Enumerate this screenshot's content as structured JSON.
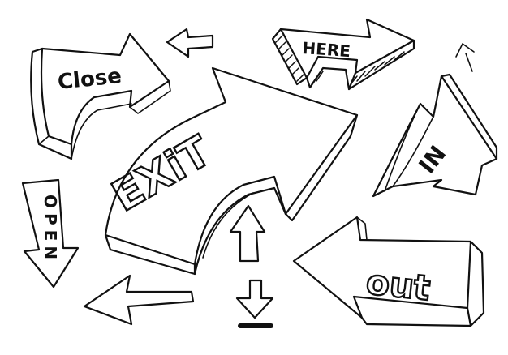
{
  "labels": {
    "close": "Close",
    "here": "HERE",
    "exit": "EXiT",
    "in": "IN",
    "open": "OPEN",
    "out": "out"
  },
  "colors": {
    "background": "#ffffff",
    "ink": "#111111"
  },
  "icons": [
    "close-arrow-icon",
    "here-arrow-icon",
    "exit-arrow-icon",
    "in-arrow-icon",
    "open-arrow-icon",
    "out-arrow-icon",
    "small-left-arrow-icon",
    "small-up-arrow-icon",
    "up-arrow-icon",
    "down-arrow-icon",
    "long-left-arrow-icon"
  ]
}
